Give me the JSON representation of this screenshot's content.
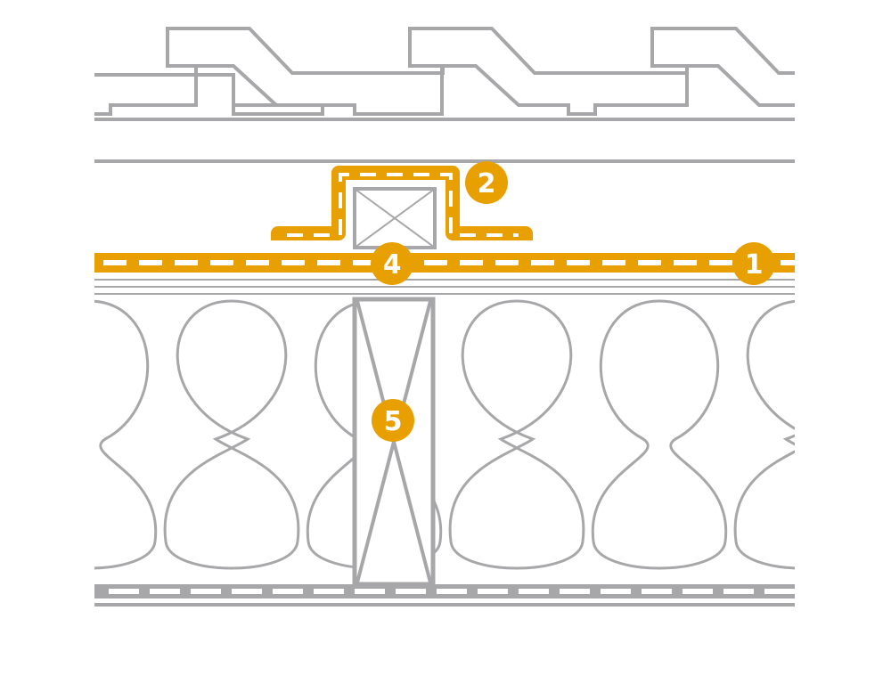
{
  "colors": {
    "background": "#ffffff",
    "outline_gray": "#a7a7aa",
    "membrane_orange": "#e89f00",
    "membrane_dash": "#ffffff",
    "callout_fill": "#e89f00",
    "callout_text": "#ffffff"
  },
  "layers": [
    "roof-tiles",
    "roof-battens",
    "counter-batten-wrapped",
    "membrane",
    "insulation",
    "rafter",
    "inner-vapour-layer"
  ],
  "callouts": [
    {
      "id": "1",
      "label": "1"
    },
    {
      "id": "2",
      "label": "2"
    },
    {
      "id": "4",
      "label": "4"
    },
    {
      "id": "5",
      "label": "5"
    }
  ]
}
